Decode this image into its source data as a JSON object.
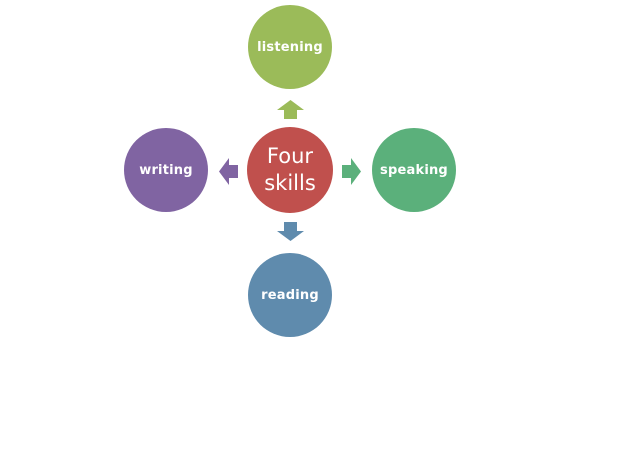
{
  "diagram": {
    "center": {
      "label_line1": "Four",
      "label_line2": "skills",
      "color": "#C0504D"
    },
    "nodes": [
      {
        "id": "listening",
        "label": "listening",
        "color": "#9BBB59",
        "direction": "up"
      },
      {
        "id": "speaking",
        "label": "speaking",
        "color": "#5BB07B",
        "direction": "right"
      },
      {
        "id": "reading",
        "label": "reading",
        "color": "#5F8BAD",
        "direction": "down"
      },
      {
        "id": "writing",
        "label": "writing",
        "color": "#8064A2",
        "direction": "left"
      }
    ]
  }
}
